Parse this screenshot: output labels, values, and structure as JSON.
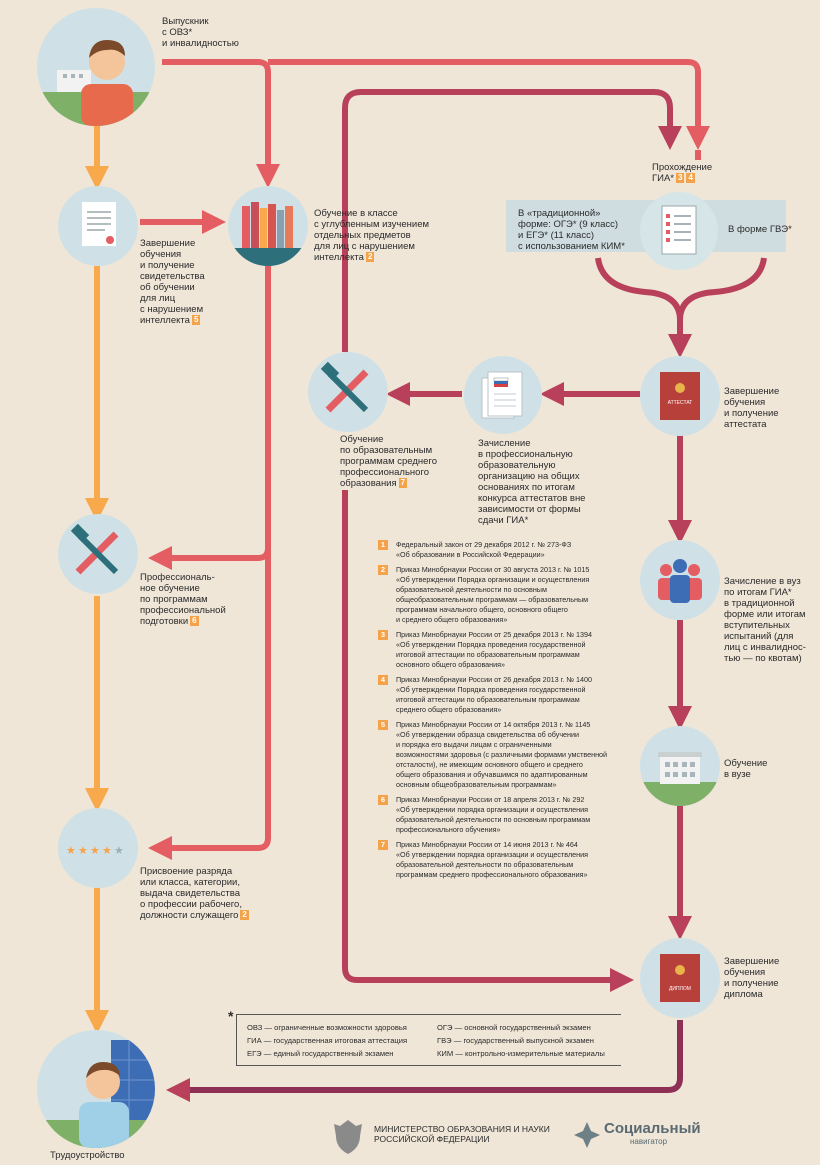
{
  "nodes": {
    "graduate": "Выпускник\nс ОВЗ*\nи инвалидностью",
    "certificate_intellect": "Завершение\nобучения\nи получение\nсвидетельства\nоб обучении\nдля лиц\nс нарушением\nинтеллекта",
    "certificate_intellect_ref": "5",
    "deep_study": "Обучение в классе\nс углубленным изучением\nотдельных предметов\nдля лиц с нарушением\nинтеллекта",
    "deep_study_ref": "2",
    "gia": "Прохождение\nГИА*",
    "gia_refs": [
      "3",
      "4"
    ],
    "gia_traditional": "В «традиционной»\nформе: ОГЭ* (9 класс)\nи ЕГЭ* (11 класс)\nс использованием КИМ*",
    "gia_gve": "В форме ГВЭ*",
    "attestat": "Завершение\nобучения\nи получение\nаттестата",
    "enroll_college": "Зачисление\nв профессиональную\nобразовательную\nорганизацию на общих\nоснованиях по итогам\nконкурса аттестатов вне\nзависимости от формы\nсдачи ГИА*",
    "spo": "Обучение\nпо образовательным\nпрограммам среднего\nпрофессионального\nобразования",
    "spo_ref": "7",
    "prof_training": "Профессиональ-\nное обучение\nпо программам\nпрофессиональной\nподготовки",
    "prof_training_ref": "6",
    "enroll_university": "Зачисление в вуз\nпо итогам ГИА*\nв традиционной\nформе или итогам\nвступительных\nиспытаний (для\nлиц с инвалиднос-\nтью — по квотам)",
    "university": "Обучение\nв вузе",
    "diploma": "Завершение\nобучения\nи получение\nдиплома",
    "qualification": "Присвоение разряда\nили класса, категории,\nвыдача свидетельства\nо профессии рабочего,\nдолжности служащего",
    "qualification_ref": "2",
    "employment": "Трудоустройство",
    "attestat_word": "АТТЕСТАТ",
    "diploma_word": "ДИПЛОМ"
  },
  "references": [
    {
      "n": "1",
      "text": "Федеральный закон от 29 декабря 2012 г. № 273-ФЗ\n«Об образовании в Российской Федерации»"
    },
    {
      "n": "2",
      "text": "Приказ Минобрнауки России от 30 августа 2013 г. № 1015\n«Об утверждении Порядка организации и осуществления\nобразовательной деятельности по основным\nобщеобразовательным программам — образовательным\nпрограммам начального общего, основного общего\nи среднего общего образования»"
    },
    {
      "n": "3",
      "text": "Приказ Минобрнауки России от 25 декабря 2013 г. № 1394\n«Об утверждении Порядка проведения государственной\nитоговой аттестации по образовательным программам\nосновного общего образования»"
    },
    {
      "n": "4",
      "text": "Приказ Минобрнауки России от 26 декабря 2013 г. № 1400\n«Об утверждении Порядка проведения государственной\nитоговой аттестации по образовательным программам\nсреднего общего образования»"
    },
    {
      "n": "5",
      "text": "Приказ Минобрнауки России от 14 октября 2013 г. № 1145\n«Об утверждении образца свидетельства об обучении\nи порядка его выдачи лицам с ограниченными\nвозможностями здоровья (с различными формами умственной\nотсталости), не имеющим основного общего и среднего\nобщего образования и обучавшимся по адаптированным\nосновным общеобразовательным программам»"
    },
    {
      "n": "6",
      "text": "Приказ Минобрнауки России от 18 апреля 2013 г. № 292\n«Об утверждении порядка организации и осуществления\nобразовательной деятельности по основным программам\nпрофессионального обучения»"
    },
    {
      "n": "7",
      "text": "Приказ Минобрнауки России от  14 июня 2013 г. № 464\n«Об утверждении порядка организации и осуществления\nобразовательной деятельности по образовательным\nпрограммам среднего профессионального образования»"
    }
  ],
  "legend": {
    "marker": "*",
    "left": "ОВЗ — ограниченные возможности здоровья\nГИА — государственная итоговая аттестация\nЕГЭ — единый государственный экзамен",
    "right": "ОГЭ — основной государственный экзамен\nГВЭ — государственный выпускной экзамен\nКИМ — контрольно-измерительные материалы"
  },
  "footer": {
    "ministry": "МИНИСТЕРСТВО ОБРАЗОВАНИЯ И НАУКИ\nРОССИЙСКОЙ ФЕДЕРАЦИИ",
    "navigator_1": "Социальный",
    "navigator_2": "навигатор"
  },
  "colors": {
    "background": "#efe6d8",
    "orange_path": "#f7a94b",
    "red_path": "#e35d62",
    "crimson_path": "#b8405a",
    "node_bg": "#cfe1e6",
    "badge": "#f4a34a"
  },
  "icons": [
    "person-icon",
    "document-icon",
    "books-icon",
    "checklist-icon",
    "tools-icon",
    "flag-document-icon",
    "attestat-icon",
    "group-icon",
    "university-icon",
    "stars-icon",
    "diploma-icon",
    "worker-icon"
  ]
}
